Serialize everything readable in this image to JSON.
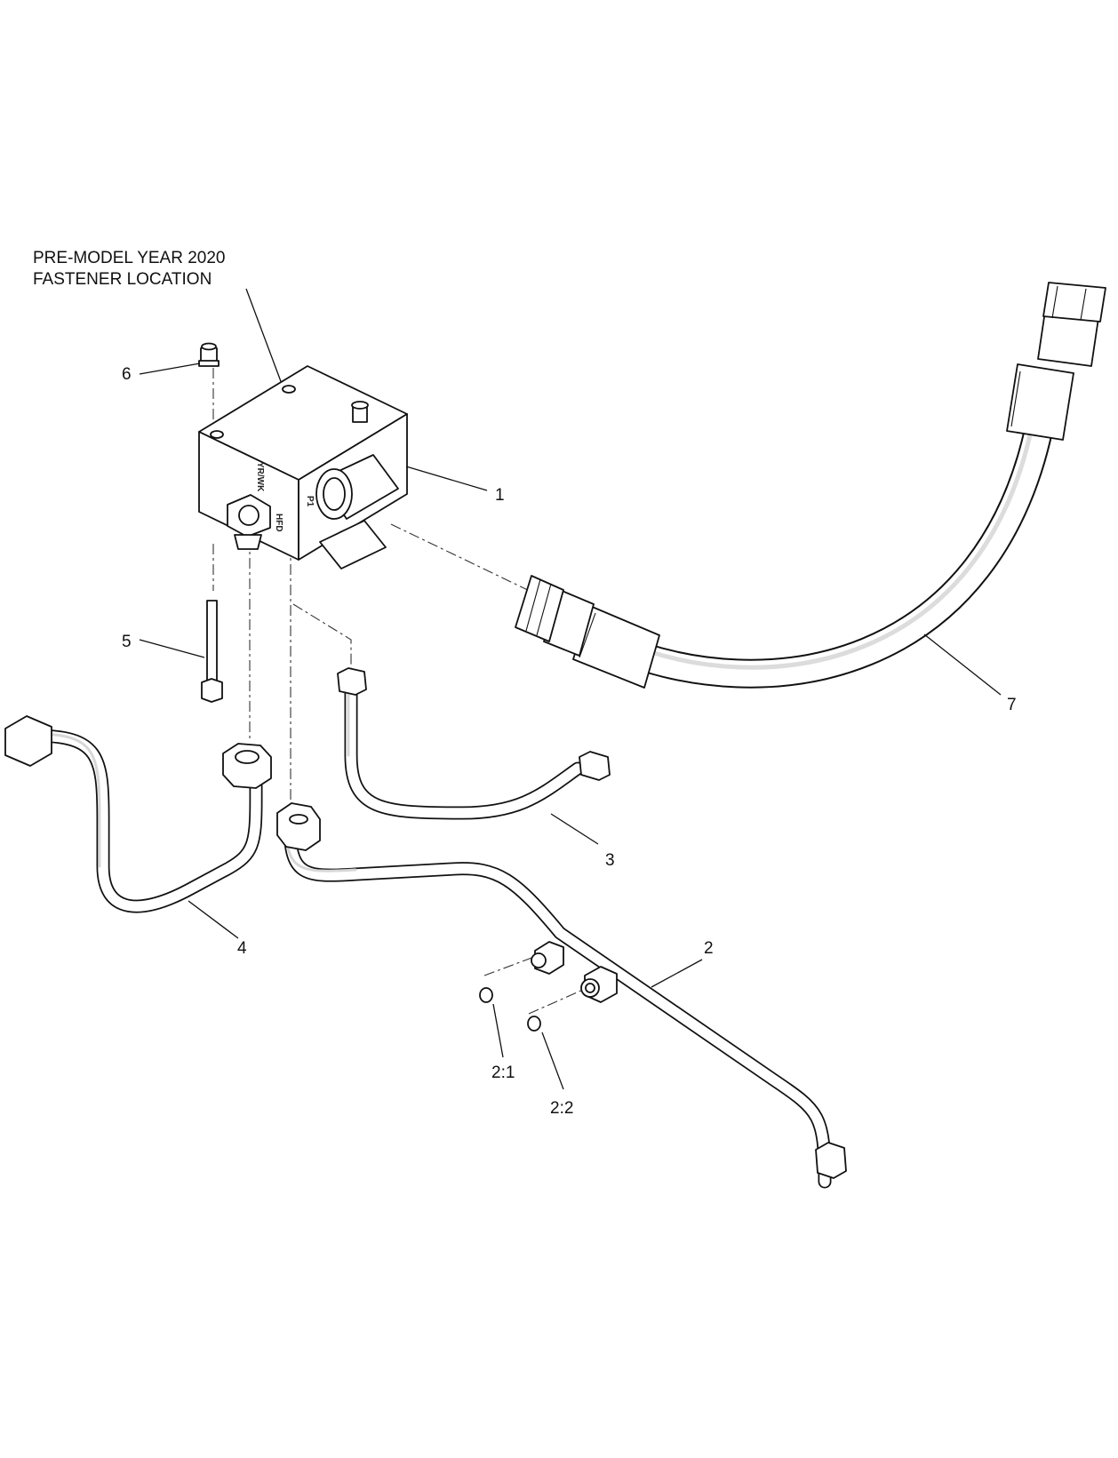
{
  "diagram": {
    "note": {
      "line1": "PRE-MODEL YEAR 2020",
      "line2": "FASTENER LOCATION"
    },
    "callouts": [
      {
        "id": "1",
        "label": "1"
      },
      {
        "id": "2",
        "label": "2"
      },
      {
        "id": "2-1",
        "label": "2:1"
      },
      {
        "id": "2-2",
        "label": "2:2"
      },
      {
        "id": "3",
        "label": "3"
      },
      {
        "id": "4",
        "label": "4"
      },
      {
        "id": "5",
        "label": "5"
      },
      {
        "id": "6",
        "label": "6"
      },
      {
        "id": "7",
        "label": "7"
      }
    ],
    "valve_markings": {
      "port_a": "YR/WK",
      "port_b": "HFD",
      "port_c": "P1"
    }
  }
}
